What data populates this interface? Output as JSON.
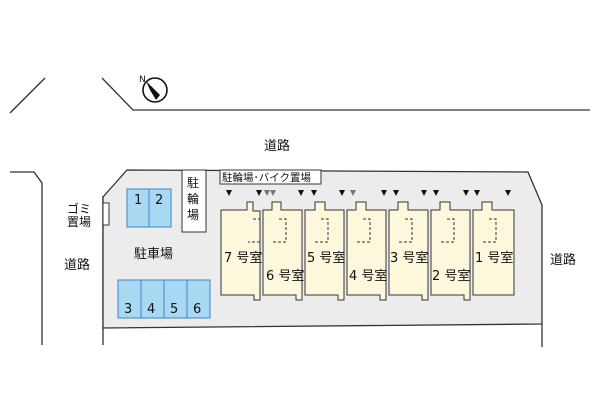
{
  "roads": {
    "top": "道路",
    "left": "道路",
    "right": "道路"
  },
  "facilities": {
    "garbage_line1": "ゴミ",
    "garbage_line2": "置場",
    "bicycle_parking_1": "駐",
    "bicycle_parking_2": "輪",
    "bicycle_parking_3": "場",
    "bike_area": "駐輪場･バイク置場",
    "parking_lot": "駐車場"
  },
  "parking": {
    "top_spaces": [
      "1",
      "2"
    ],
    "bottom_spaces": [
      "3",
      "4",
      "5",
      "6"
    ]
  },
  "rooms": [
    "7 号室",
    "6 号室",
    "5 号室",
    "4 号室",
    "3 号室",
    "2 号室",
    "1 号室"
  ],
  "compass": {
    "icon": "north-arrow-icon",
    "letter": "N"
  },
  "colors": {
    "lot": "#ececec",
    "building": "#fdf8dc",
    "parking_fill": "#a9d8f3",
    "parking_stroke": "#3a86c8"
  }
}
